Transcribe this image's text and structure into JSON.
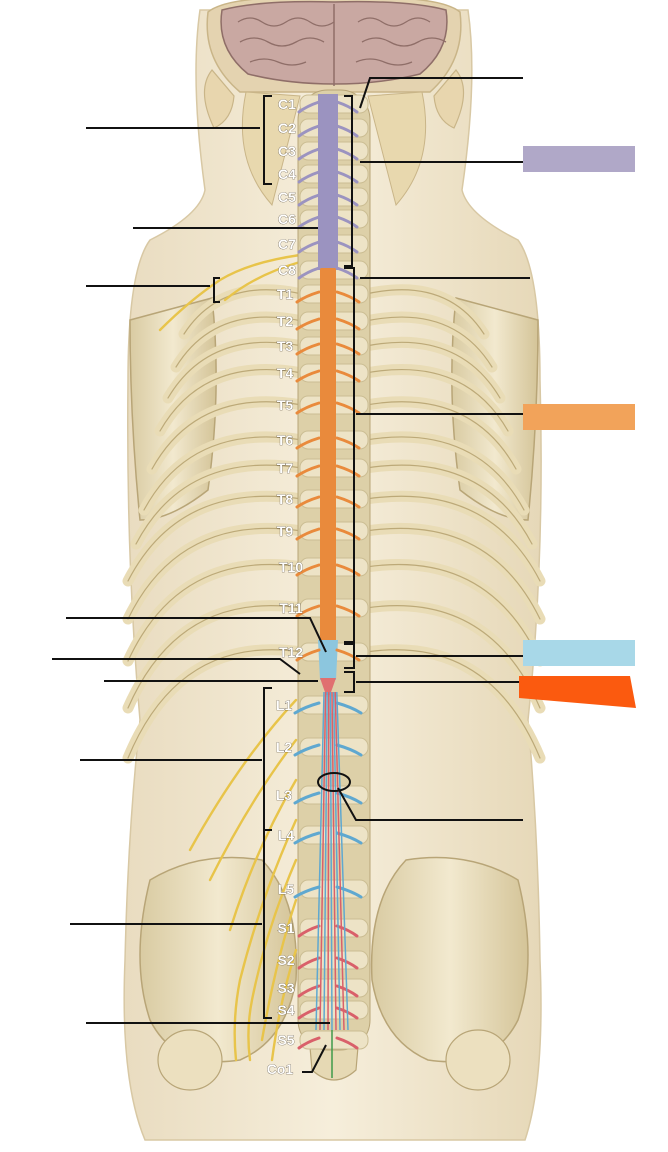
{
  "diagram": {
    "vertebra_labels": {
      "cervical": [
        "C1",
        "C2",
        "C3",
        "C4",
        "C5",
        "C6",
        "C7",
        "C8"
      ],
      "thoracic": [
        "T1",
        "T2",
        "T3",
        "T4",
        "T5",
        "T6",
        "T7",
        "T8",
        "T9",
        "T10",
        "T11",
        "T12"
      ],
      "lumbar": [
        "L1",
        "L2",
        "L3",
        "L4",
        "L5"
      ],
      "sacral": [
        "S1",
        "S2",
        "S3",
        "S4",
        "S5"
      ],
      "coccygeal": [
        "Co1"
      ]
    },
    "legend_swatches": [
      {
        "key": "cervical-swatch",
        "color": "#b0a8c8"
      },
      {
        "key": "thoracic-swatch",
        "color": "#f2a35a"
      },
      {
        "key": "lumbar-swatch",
        "color": "#a8d8e8"
      },
      {
        "key": "sacral-swatch",
        "color": "#fb5a0f"
      }
    ],
    "colors": {
      "cervical_cord": "#9b93c0",
      "thoracic_cord": "#e98a3c",
      "lumbar_nerves": "#5fa8d0",
      "sacral_nerves": "#d9606a",
      "bone": "#ede3c6",
      "bone_shadow": "#cbbd93",
      "nerve_yellow": "#e8c44a",
      "leader_line": "#111111"
    }
  }
}
